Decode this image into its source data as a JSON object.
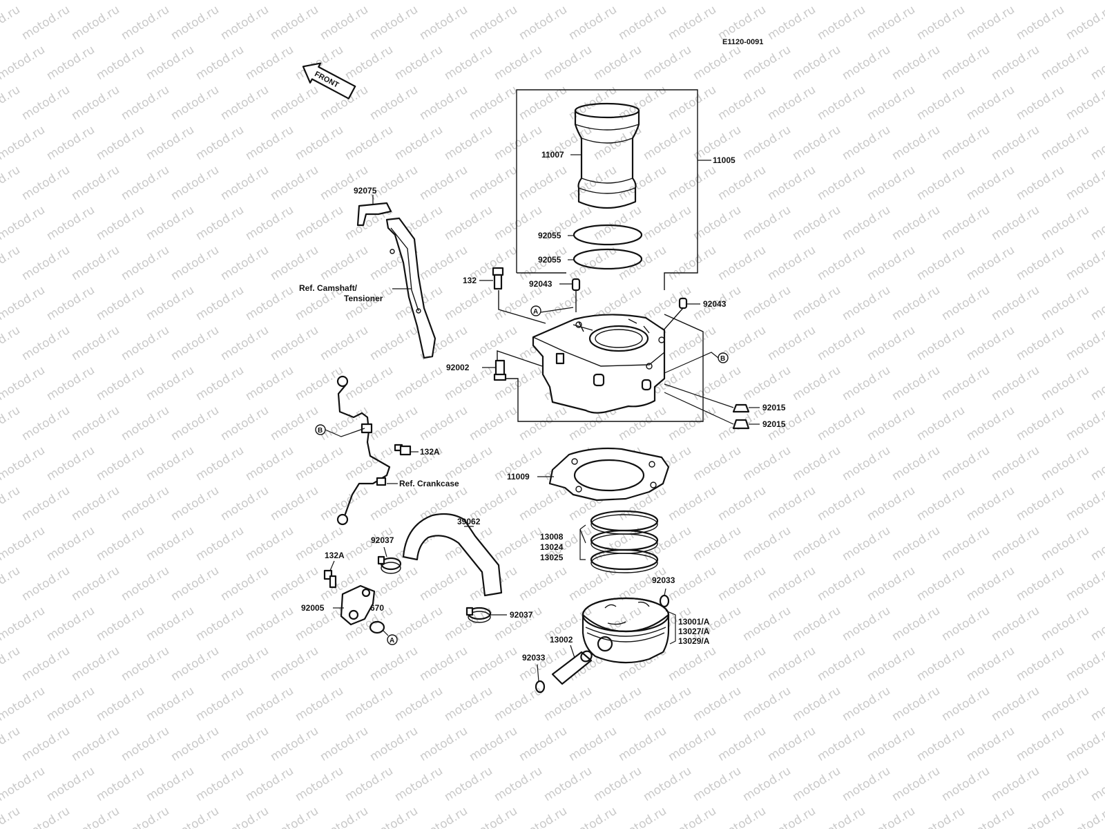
{
  "diagram_code": "E1120-0091",
  "front_label": "FRONT",
  "watermark": "motod.ru",
  "labels": {
    "p11007": "11007",
    "p11005": "11005",
    "p92055a": "92055",
    "p92055b": "92055",
    "p92075": "92075",
    "p132": "132",
    "p92043a": "92043",
    "p92043b": "92043",
    "p92002": "92002",
    "p92015a": "92015",
    "p92015b": "92015",
    "p132Aa": "132A",
    "p11009": "11009",
    "p39062": "39062",
    "p92037a": "92037",
    "p92037b": "92037",
    "p132Ab": "132A",
    "p13008": "13008",
    "p13024": "13024",
    "p13025": "13025",
    "p92033a": "92033",
    "p92033b": "92033",
    "p92005": "92005",
    "p670": "670",
    "p13001": "13001/A",
    "p13027": "13027/A",
    "p13029": "13029/A",
    "p13002": "13002"
  },
  "refs": {
    "camshaft1": "Ref. Camshaft/",
    "camshaft2": "Tensioner",
    "crankcase": "Ref. Crankcase"
  },
  "callouts": {
    "a1": "A",
    "a2": "A",
    "b1": "B",
    "b2": "B"
  }
}
